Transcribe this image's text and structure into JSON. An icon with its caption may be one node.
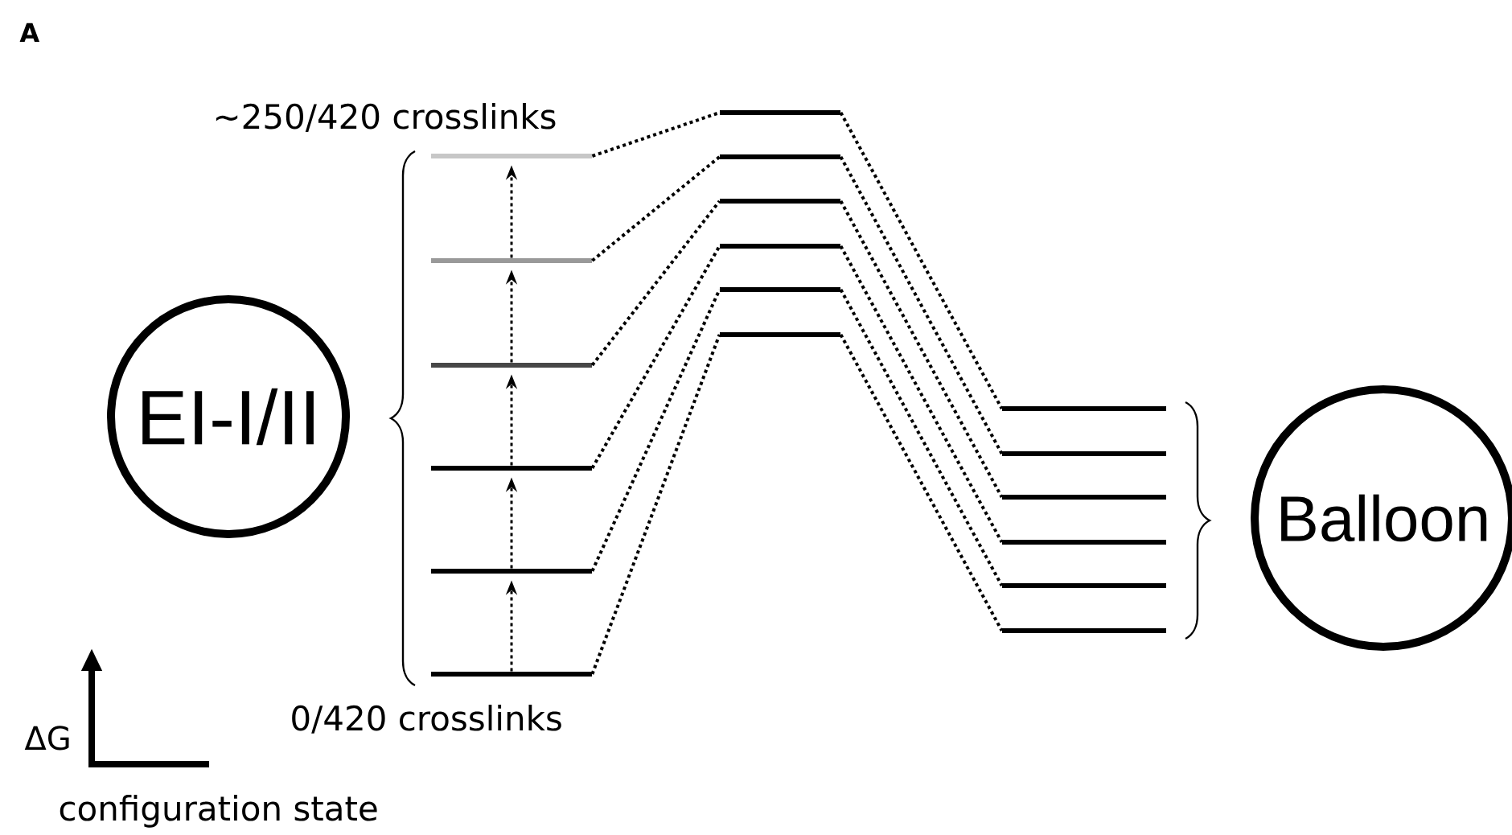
{
  "diagram": {
    "nodes": [
      {
        "text": [
          "EI-I/II"
        ]
      },
      {
        "text": [],
        "shape": "bar",
        "beside": [
          "~250/420 crosslinks"
        ]
      },
      {
        "text": [],
        "shape": "bar"
      },
      {
        "text": [],
        "shape": "bar"
      },
      {
        "text": [],
        "shape": "bar"
      },
      {
        "text": [],
        "shape": "bar"
      },
      {
        "text": [],
        "shape": "bar",
        "beside": [
          "0/420 crosslinks"
        ]
      },
      {
        "text": [],
        "shape": "bar"
      },
      {
        "text": [],
        "shape": "bar"
      },
      {
        "text": [],
        "shape": "bar"
      },
      {
        "text": [],
        "shape": "bar"
      },
      {
        "text": [],
        "shape": "bar"
      },
      {
        "text": [],
        "shape": "bar"
      },
      {
        "text": [],
        "shape": "bar"
      },
      {
        "text": [],
        "shape": "bar"
      },
      {
        "text": [],
        "shape": "bar"
      },
      {
        "text": [],
        "shape": "bar"
      },
      {
        "text": [],
        "shape": "bar"
      },
      {
        "text": [],
        "shape": "bar"
      },
      {
        "text": [
          "Balloon"
        ]
      }
    ],
    "edges": [
      {
        "from": 6,
        "to": 5,
        "arrow": "to",
        "style": "dashed"
      },
      {
        "from": 5,
        "to": 4,
        "arrow": "to",
        "style": "dashed"
      },
      {
        "from": 4,
        "to": 3,
        "arrow": "to",
        "style": "dashed"
      },
      {
        "from": 3,
        "to": 2,
        "arrow": "to",
        "style": "dashed"
      },
      {
        "from": 2,
        "to": 1,
        "arrow": "to",
        "style": "dashed"
      },
      {
        "from": 1,
        "to": 7,
        "arrow": "none",
        "style": "dashed"
      },
      {
        "from": 2,
        "to": 8,
        "arrow": "none",
        "style": "dashed"
      },
      {
        "from": 3,
        "to": 9,
        "arrow": "none",
        "style": "dashed"
      },
      {
        "from": 4,
        "to": 10,
        "arrow": "none",
        "style": "dashed"
      },
      {
        "from": 5,
        "to": 11,
        "arrow": "none",
        "style": "dashed"
      },
      {
        "from": 6,
        "to": 12,
        "arrow": "none",
        "style": "dashed"
      },
      {
        "from": 7,
        "to": 13,
        "arrow": "none",
        "style": "dashed"
      },
      {
        "from": 8,
        "to": 14,
        "arrow": "none",
        "style": "dashed"
      },
      {
        "from": 9,
        "to": 15,
        "arrow": "none",
        "style": "dashed"
      },
      {
        "from": 10,
        "to": 16,
        "arrow": "none",
        "style": "dashed"
      },
      {
        "from": 11,
        "to": 17,
        "arrow": "none",
        "style": "dashed"
      },
      {
        "from": 12,
        "to": 18,
        "arrow": "none",
        "style": "dashed"
      }
    ],
    "labels": [
      "A",
      "ΔG",
      "configuration state"
    ]
  }
}
